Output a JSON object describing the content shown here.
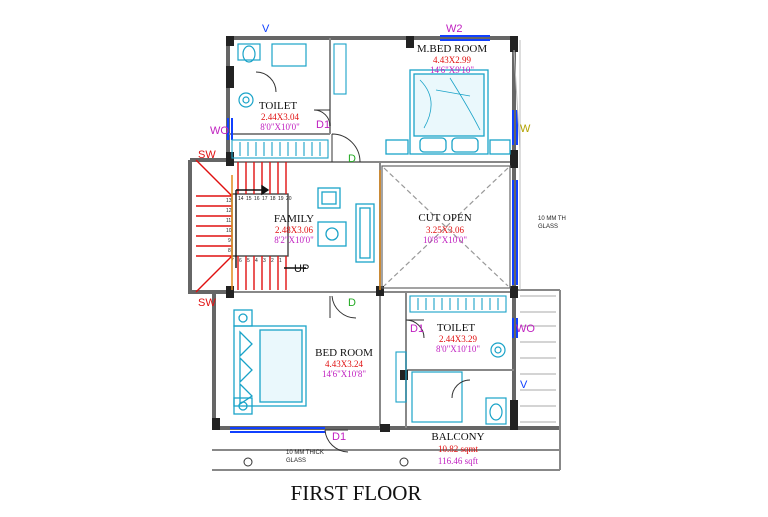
{
  "title": "FIRST FLOOR",
  "rooms": {
    "toilet1": {
      "name": "TOILET",
      "metric": "2.44X3.04",
      "imperial": "8'0\"X10'0\""
    },
    "mbed": {
      "name": "M.BED ROOM",
      "metric": "4.43X2.99",
      "imperial": "14'6\"X9'10\""
    },
    "family": {
      "name": "FAMILY",
      "metric": "2.48X3.06",
      "imperial": "8'2\"X10'0\""
    },
    "cutopen": {
      "name": "CUT OPEN",
      "metric": "3.25X3.06",
      "imperial": "10'8\"X10'0\""
    },
    "bed": {
      "name": "BED ROOM",
      "metric": "4.43X3.24",
      "imperial": "14'6\"X10'8\""
    },
    "toilet2": {
      "name": "TOILET",
      "metric": "2.44X3.29",
      "imperial": "8'0\"X10'10\""
    },
    "balcony": {
      "name": "BALCONY",
      "sqmt": "10.82 sqmt",
      "sqft": "116.46 sqft"
    }
  },
  "tags": {
    "v": "V",
    "w2": "W2",
    "w": "W",
    "wo": "WO",
    "sw": "SW",
    "d1": "D1",
    "d": "D",
    "up": "UP"
  },
  "notes": {
    "glass_right_1": "10 MM TH",
    "glass_right_2": "GLASS",
    "glass_bottom_1": "10 MM THICK",
    "glass_bottom_2": "GLASS"
  },
  "stairs": {
    "top_steps": [
      "14",
      "15",
      "16",
      "17",
      "18",
      "19",
      "20"
    ],
    "side_steps": [
      "13",
      "12",
      "11",
      "10",
      "9",
      "8"
    ],
    "bottom_steps": [
      "7",
      "6",
      "5",
      "4",
      "3",
      "2",
      "1"
    ]
  },
  "colors": {
    "wall": "#555555",
    "pink": "#d4117a",
    "magenta_tag": "#c020c0",
    "red": "#e01010",
    "green": "#22aa22",
    "blue": "#1040ff",
    "cyan": "#1aa3c8",
    "orange": "#e08a1a",
    "olive": "#b3a300"
  }
}
